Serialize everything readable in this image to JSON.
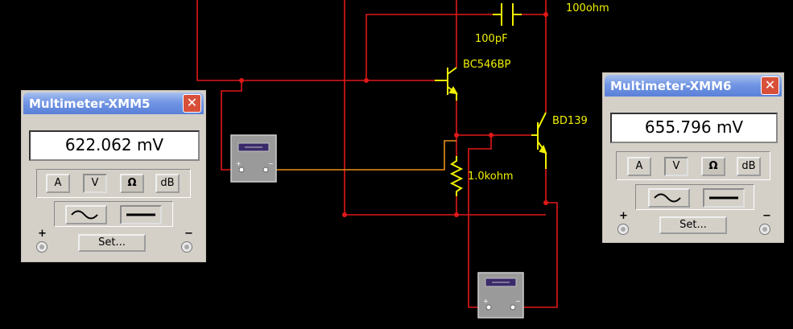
{
  "labels": {
    "resistor_top": "100ohm",
    "capacitor": "100pF",
    "transistor_q1": "BC546BP",
    "transistor_q2": "BD139",
    "resistor_mid": "1.0kohm"
  },
  "multimeter_left": {
    "title": "Multimeter-XMM5",
    "reading": "622.062 mV",
    "mode_buttons": [
      "A",
      "V",
      "Ω",
      "dB"
    ],
    "selected_mode": "V",
    "selected_wave": "dc",
    "set_label": "Set...",
    "plus_label": "+",
    "minus_label": "−"
  },
  "multimeter_right": {
    "title": "Multimeter-XMM6",
    "reading": "655.796 mV",
    "mode_buttons": [
      "A",
      "V",
      "Ω",
      "dB"
    ],
    "selected_mode": "V",
    "selected_wave": "dc",
    "set_label": "Set...",
    "plus_label": "+",
    "minus_label": "−"
  },
  "colors": {
    "background": "#000000",
    "wire_red": "#e01818",
    "wire_orange": "#e8901c",
    "component": "#f0f000",
    "title_bar": "#6a8ee0"
  }
}
